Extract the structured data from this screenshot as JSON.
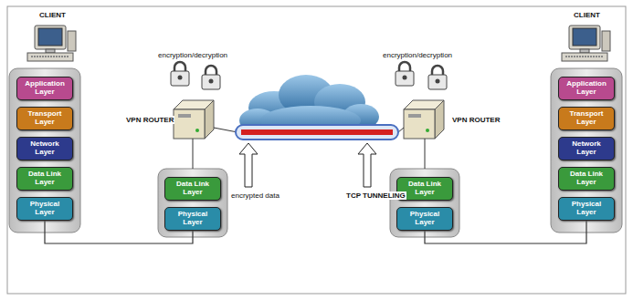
{
  "diagram": {
    "nodes": [
      {
        "text": [
          "Application Layer"
        ]
      },
      {
        "text": [
          "Transport Layer"
        ]
      },
      {
        "text": [
          "Network Layer"
        ]
      },
      {
        "text": [
          "Data Link Layer"
        ]
      },
      {
        "text": [
          "Physical Layer"
        ]
      },
      {
        "text": [
          "Data Link Layer"
        ]
      },
      {
        "text": [
          "Physical Layer"
        ]
      },
      {
        "text": [
          "Data Link Layer"
        ]
      },
      {
        "text": [
          "Physical Layer"
        ]
      },
      {
        "text": [
          "Application Layer"
        ]
      },
      {
        "text": [
          "Transport Layer"
        ]
      },
      {
        "text": [
          "Network Layer"
        ]
      },
      {
        "text": [
          "Data Link Layer"
        ]
      },
      {
        "text": [
          "Physical Layer"
        ]
      }
    ],
    "edges": [
      {
        "from": 4,
        "to": 6,
        "arrow": "none"
      },
      {
        "from": 13,
        "to": 8,
        "arrow": "none"
      }
    ],
    "labels": [
      "CLIENT",
      "encryption/decryption",
      "VPN ROUTER",
      "encryption/decryption",
      "VPN ROUTER",
      "CLIENT",
      "encrypted data",
      "TCP TUNNELING"
    ]
  }
}
